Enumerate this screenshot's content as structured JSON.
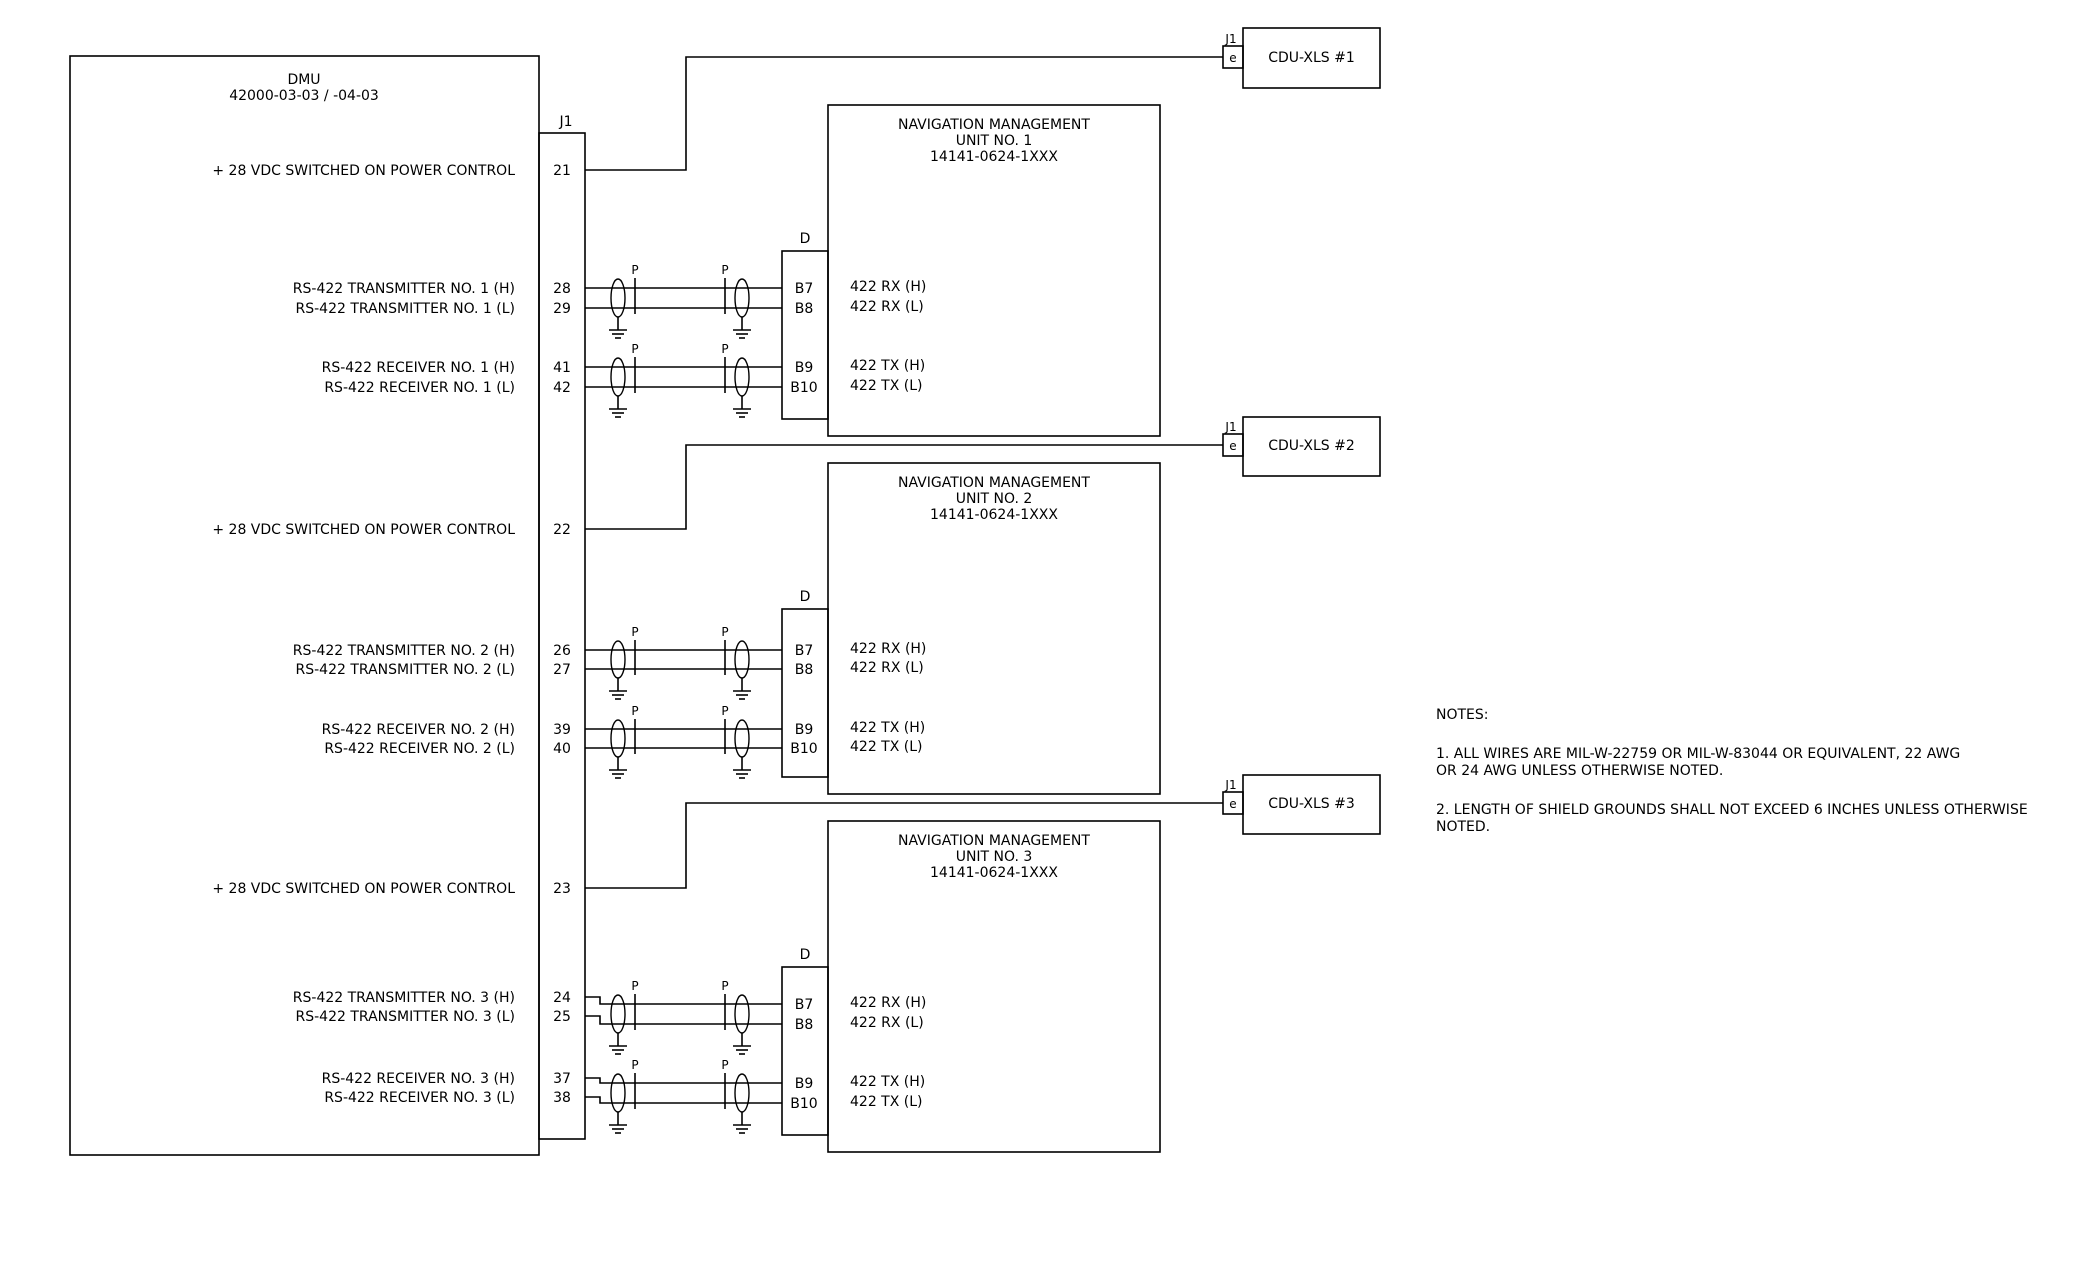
{
  "dmu": {
    "title": "DMU",
    "part": "42000-03-03 / -04-03",
    "connector": "J1",
    "rows": [
      {
        "label": "+ 28 VDC SWITCHED ON POWER CONTROL",
        "pin": "21"
      },
      {
        "label": "RS-422 TRANSMITTER NO. 1 (H)",
        "pin": "28"
      },
      {
        "label": "RS-422 TRANSMITTER NO. 1 (L)",
        "pin": "29"
      },
      {
        "label": "RS-422 RECEIVER NO. 1 (H)",
        "pin": "41"
      },
      {
        "label": "RS-422 RECEIVER NO. 1 (L)",
        "pin": "42"
      },
      {
        "label": "+ 28 VDC SWITCHED ON POWER CONTROL",
        "pin": "22"
      },
      {
        "label": "RS-422 TRANSMITTER NO. 2 (H)",
        "pin": "26"
      },
      {
        "label": "RS-422 TRANSMITTER NO. 2 (L)",
        "pin": "27"
      },
      {
        "label": "RS-422 RECEIVER NO. 2 (H)",
        "pin": "39"
      },
      {
        "label": "RS-422 RECEIVER NO. 2 (L)",
        "pin": "40"
      },
      {
        "label": "+ 28 VDC SWITCHED ON POWER CONTROL",
        "pin": "23"
      },
      {
        "label": "RS-422 TRANSMITTER NO. 3 (H)",
        "pin": "24"
      },
      {
        "label": "RS-422 TRANSMITTER NO. 3 (L)",
        "pin": "25"
      },
      {
        "label": "RS-422 RECEIVER NO. 3 (H)",
        "pin": "37"
      },
      {
        "label": "RS-422 RECEIVER NO. 3 (L)",
        "pin": "38"
      }
    ]
  },
  "nmu": [
    {
      "title1": "NAVIGATION MANAGEMENT",
      "title2": "UNIT NO. 1",
      "part": "14141-0624-1XXX",
      "connector": "D",
      "pins": [
        "B7",
        "B8",
        "B9",
        "B10"
      ],
      "signals": [
        "422 RX (H)",
        "422 RX (L)",
        "422 TX (H)",
        "422 TX (L)"
      ]
    },
    {
      "title1": "NAVIGATION MANAGEMENT",
      "title2": "UNIT NO. 2",
      "part": "14141-0624-1XXX",
      "connector": "D",
      "pins": [
        "B7",
        "B8",
        "B9",
        "B10"
      ],
      "signals": [
        "422 RX (H)",
        "422 RX (L)",
        "422 TX (H)",
        "422 TX (L)"
      ]
    },
    {
      "title1": "NAVIGATION MANAGEMENT",
      "title2": "UNIT NO. 3",
      "part": "14141-0624-1XXX",
      "connector": "D",
      "pins": [
        "B7",
        "B8",
        "B9",
        "B10"
      ],
      "signals": [
        "422 RX (H)",
        "422 RX (L)",
        "422 TX (H)",
        "422 TX (L)"
      ]
    }
  ],
  "cdu": [
    {
      "label": "CDU-XLS #1",
      "connector": "J1",
      "pin": "e"
    },
    {
      "label": "CDU-XLS #2",
      "connector": "J1",
      "pin": "e"
    },
    {
      "label": "CDU-XLS #3",
      "connector": "J1",
      "pin": "e"
    }
  ],
  "shield_label": "P",
  "notes": {
    "title": "NOTES:",
    "items": [
      "1. ALL WIRES ARE MIL-W-22759 OR MIL-W-83044 OR EQUIVALENT, 22 AWG\n    OR 24 AWG UNLESS OTHERWISE NOTED.",
      "2. LENGTH OF SHIELD GROUNDS SHALL NOT EXCEED 6 INCHES UNLESS OTHERWISE\n    NOTED."
    ]
  }
}
